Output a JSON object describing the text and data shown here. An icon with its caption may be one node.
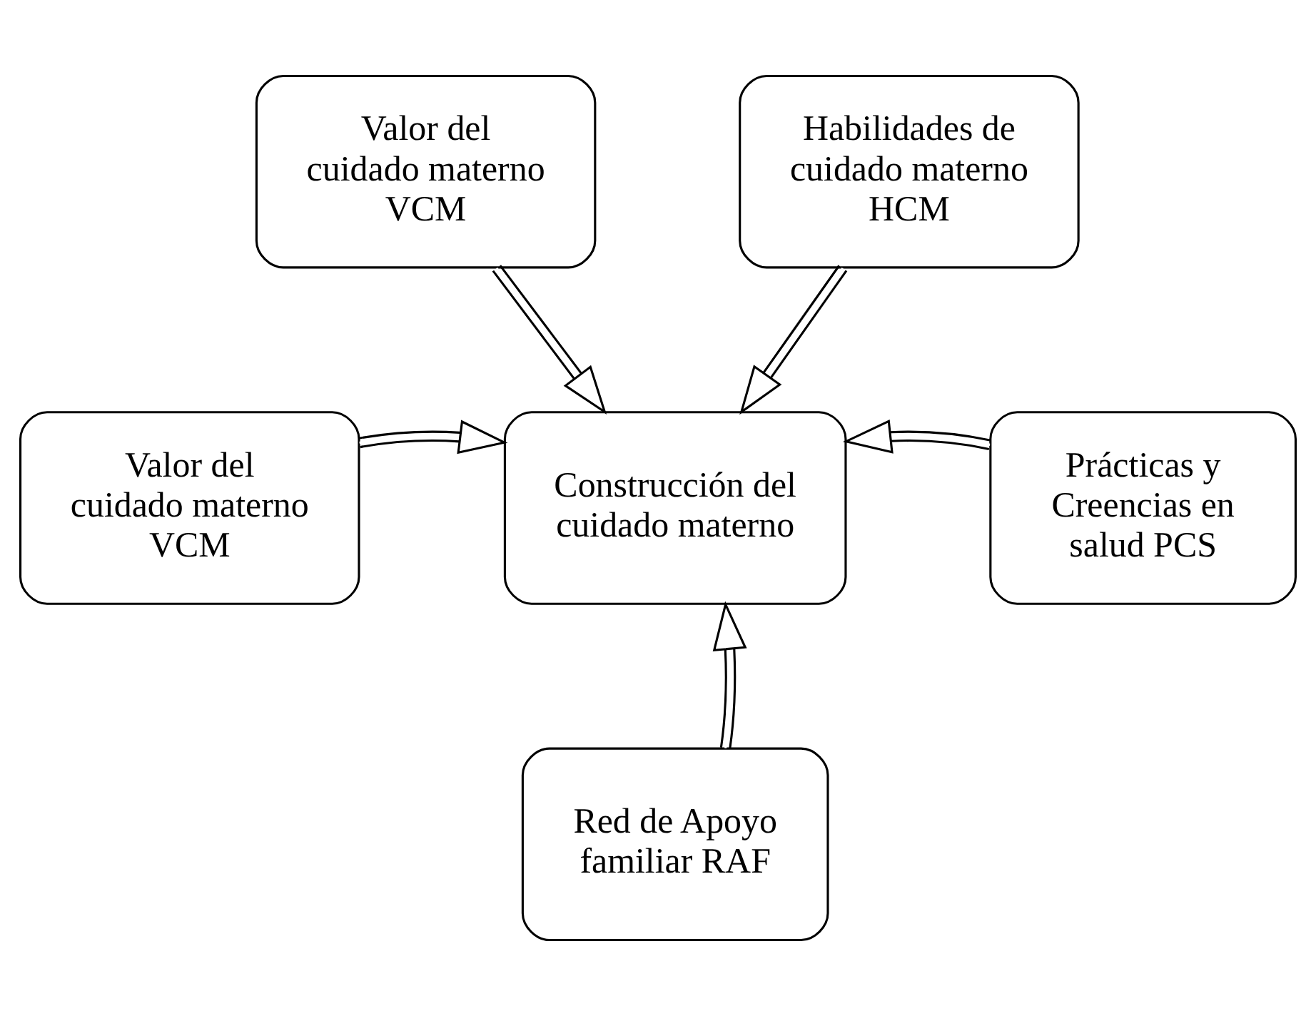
{
  "diagram": {
    "nodes": [
      {
        "text": [
          "Valor del cuidado materno VCM"
        ]
      },
      {
        "text": [
          "Habilidades de cuidado materno HCM"
        ]
      },
      {
        "text": [
          "Valor del cuidado materno VCM"
        ]
      },
      {
        "text": [
          "Construcción del cuidado materno"
        ]
      },
      {
        "text": [
          "Prácticas y Creencias en salud PCS"
        ]
      },
      {
        "text": [
          "Red de Apoyo familiar RAF"
        ]
      }
    ],
    "edges": [
      {
        "from": 0,
        "to": 3,
        "arrow": "to"
      },
      {
        "from": 1,
        "to": 3,
        "arrow": "to"
      },
      {
        "from": 2,
        "to": 3,
        "arrow": "to"
      },
      {
        "from": 4,
        "to": 3,
        "arrow": "to"
      },
      {
        "from": 5,
        "to": 3,
        "arrow": "to"
      }
    ]
  }
}
